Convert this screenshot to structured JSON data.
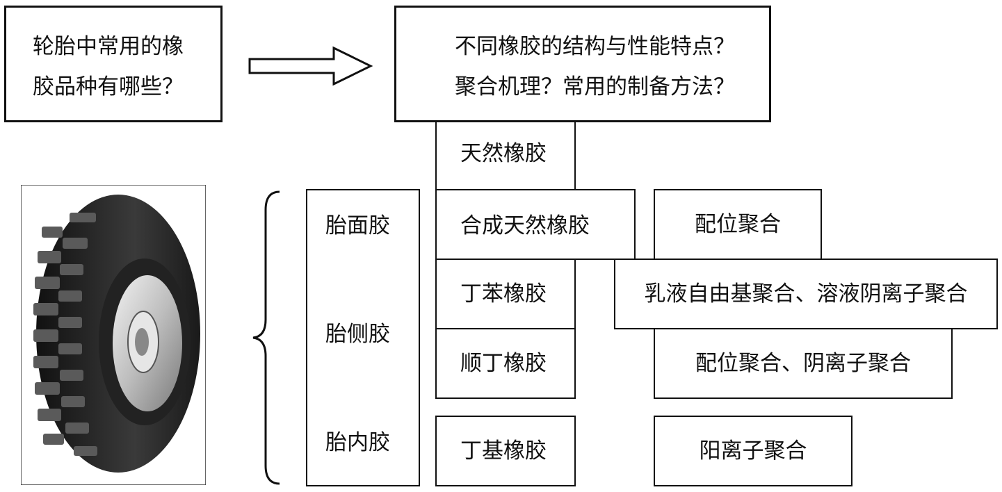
{
  "question_left": {
    "line1": "轮胎中常用的橡",
    "line2": "胶品种有哪些？"
  },
  "question_right": {
    "line1": "不同橡胶的结构与性能特点？",
    "line2": "聚合机理？常用的制备方法？"
  },
  "tire_parts": [
    "胎面胶",
    "胎侧胶",
    "胎内胶"
  ],
  "rubbers": [
    "天然橡胶",
    "合成天然橡胶",
    "丁苯橡胶",
    "顺丁橡胶",
    "丁基橡胶"
  ],
  "methods": [
    "配位聚合",
    "乳液自由基聚合、溶液阴离子聚合",
    "配位聚合、阴离子聚合",
    "阳离子聚合"
  ],
  "tire_image": {
    "icon": "tire-icon"
  }
}
